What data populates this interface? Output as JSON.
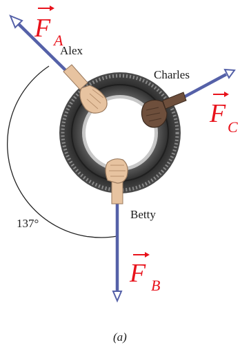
{
  "figure": {
    "caption": "(a)",
    "angle_label": "137°",
    "people": {
      "alex": "Alex",
      "charles": "Charles",
      "betty": "Betty"
    },
    "forces": {
      "a": {
        "symbol": "F",
        "subscript": "A"
      },
      "b": {
        "symbol": "F",
        "subscript": "B"
      },
      "c": {
        "symbol": "F",
        "subscript": "C"
      }
    },
    "colors": {
      "force_arrow": "#5561a8",
      "force_label": "#e8121b",
      "tire_dark": "#3c3c3c",
      "tire_tread": "#8a8a8a",
      "hand_light": "#e7c3a0",
      "hand_dark": "#6e4f3c"
    }
  }
}
